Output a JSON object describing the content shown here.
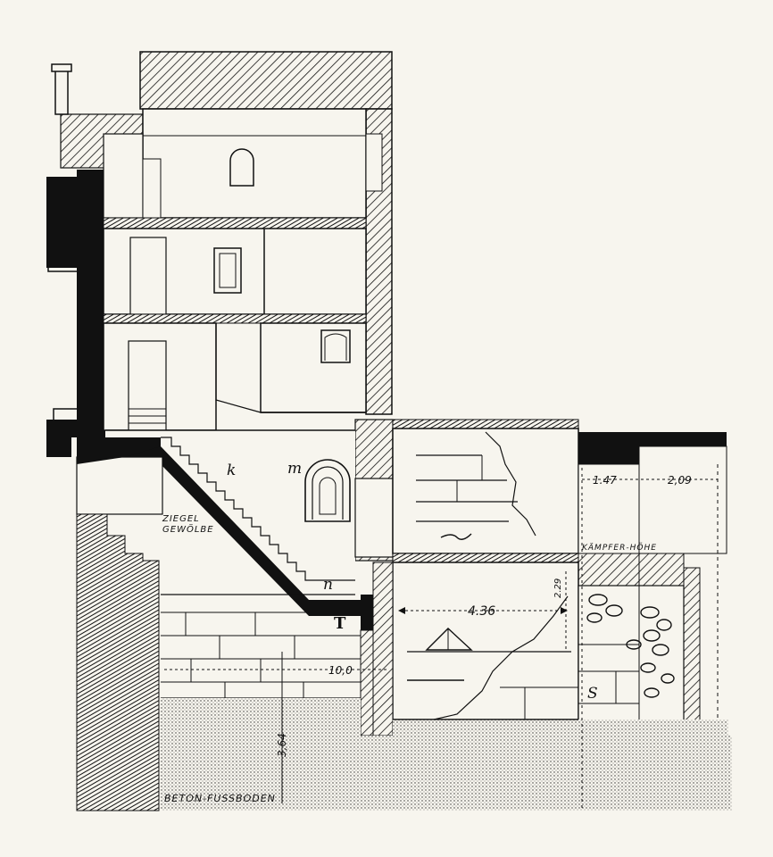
{
  "colors": {
    "ink": "#111111",
    "paper": "#f7f5ee"
  },
  "labels": {
    "k": "k",
    "m": "m",
    "n": "n",
    "T": "T",
    "S": "S",
    "ziegel": "ZIEGEL",
    "gewoelbe": "GEWÖLBE",
    "kaempfer": "KÄMPFER-HÖHE",
    "beton": "BETON-FUSSBODEN"
  },
  "dimensions": {
    "d147": "1.47",
    "d209": "2,09",
    "d229": "2.29",
    "d436": "4.36",
    "d100": "10,0",
    "d364": "3,64"
  }
}
